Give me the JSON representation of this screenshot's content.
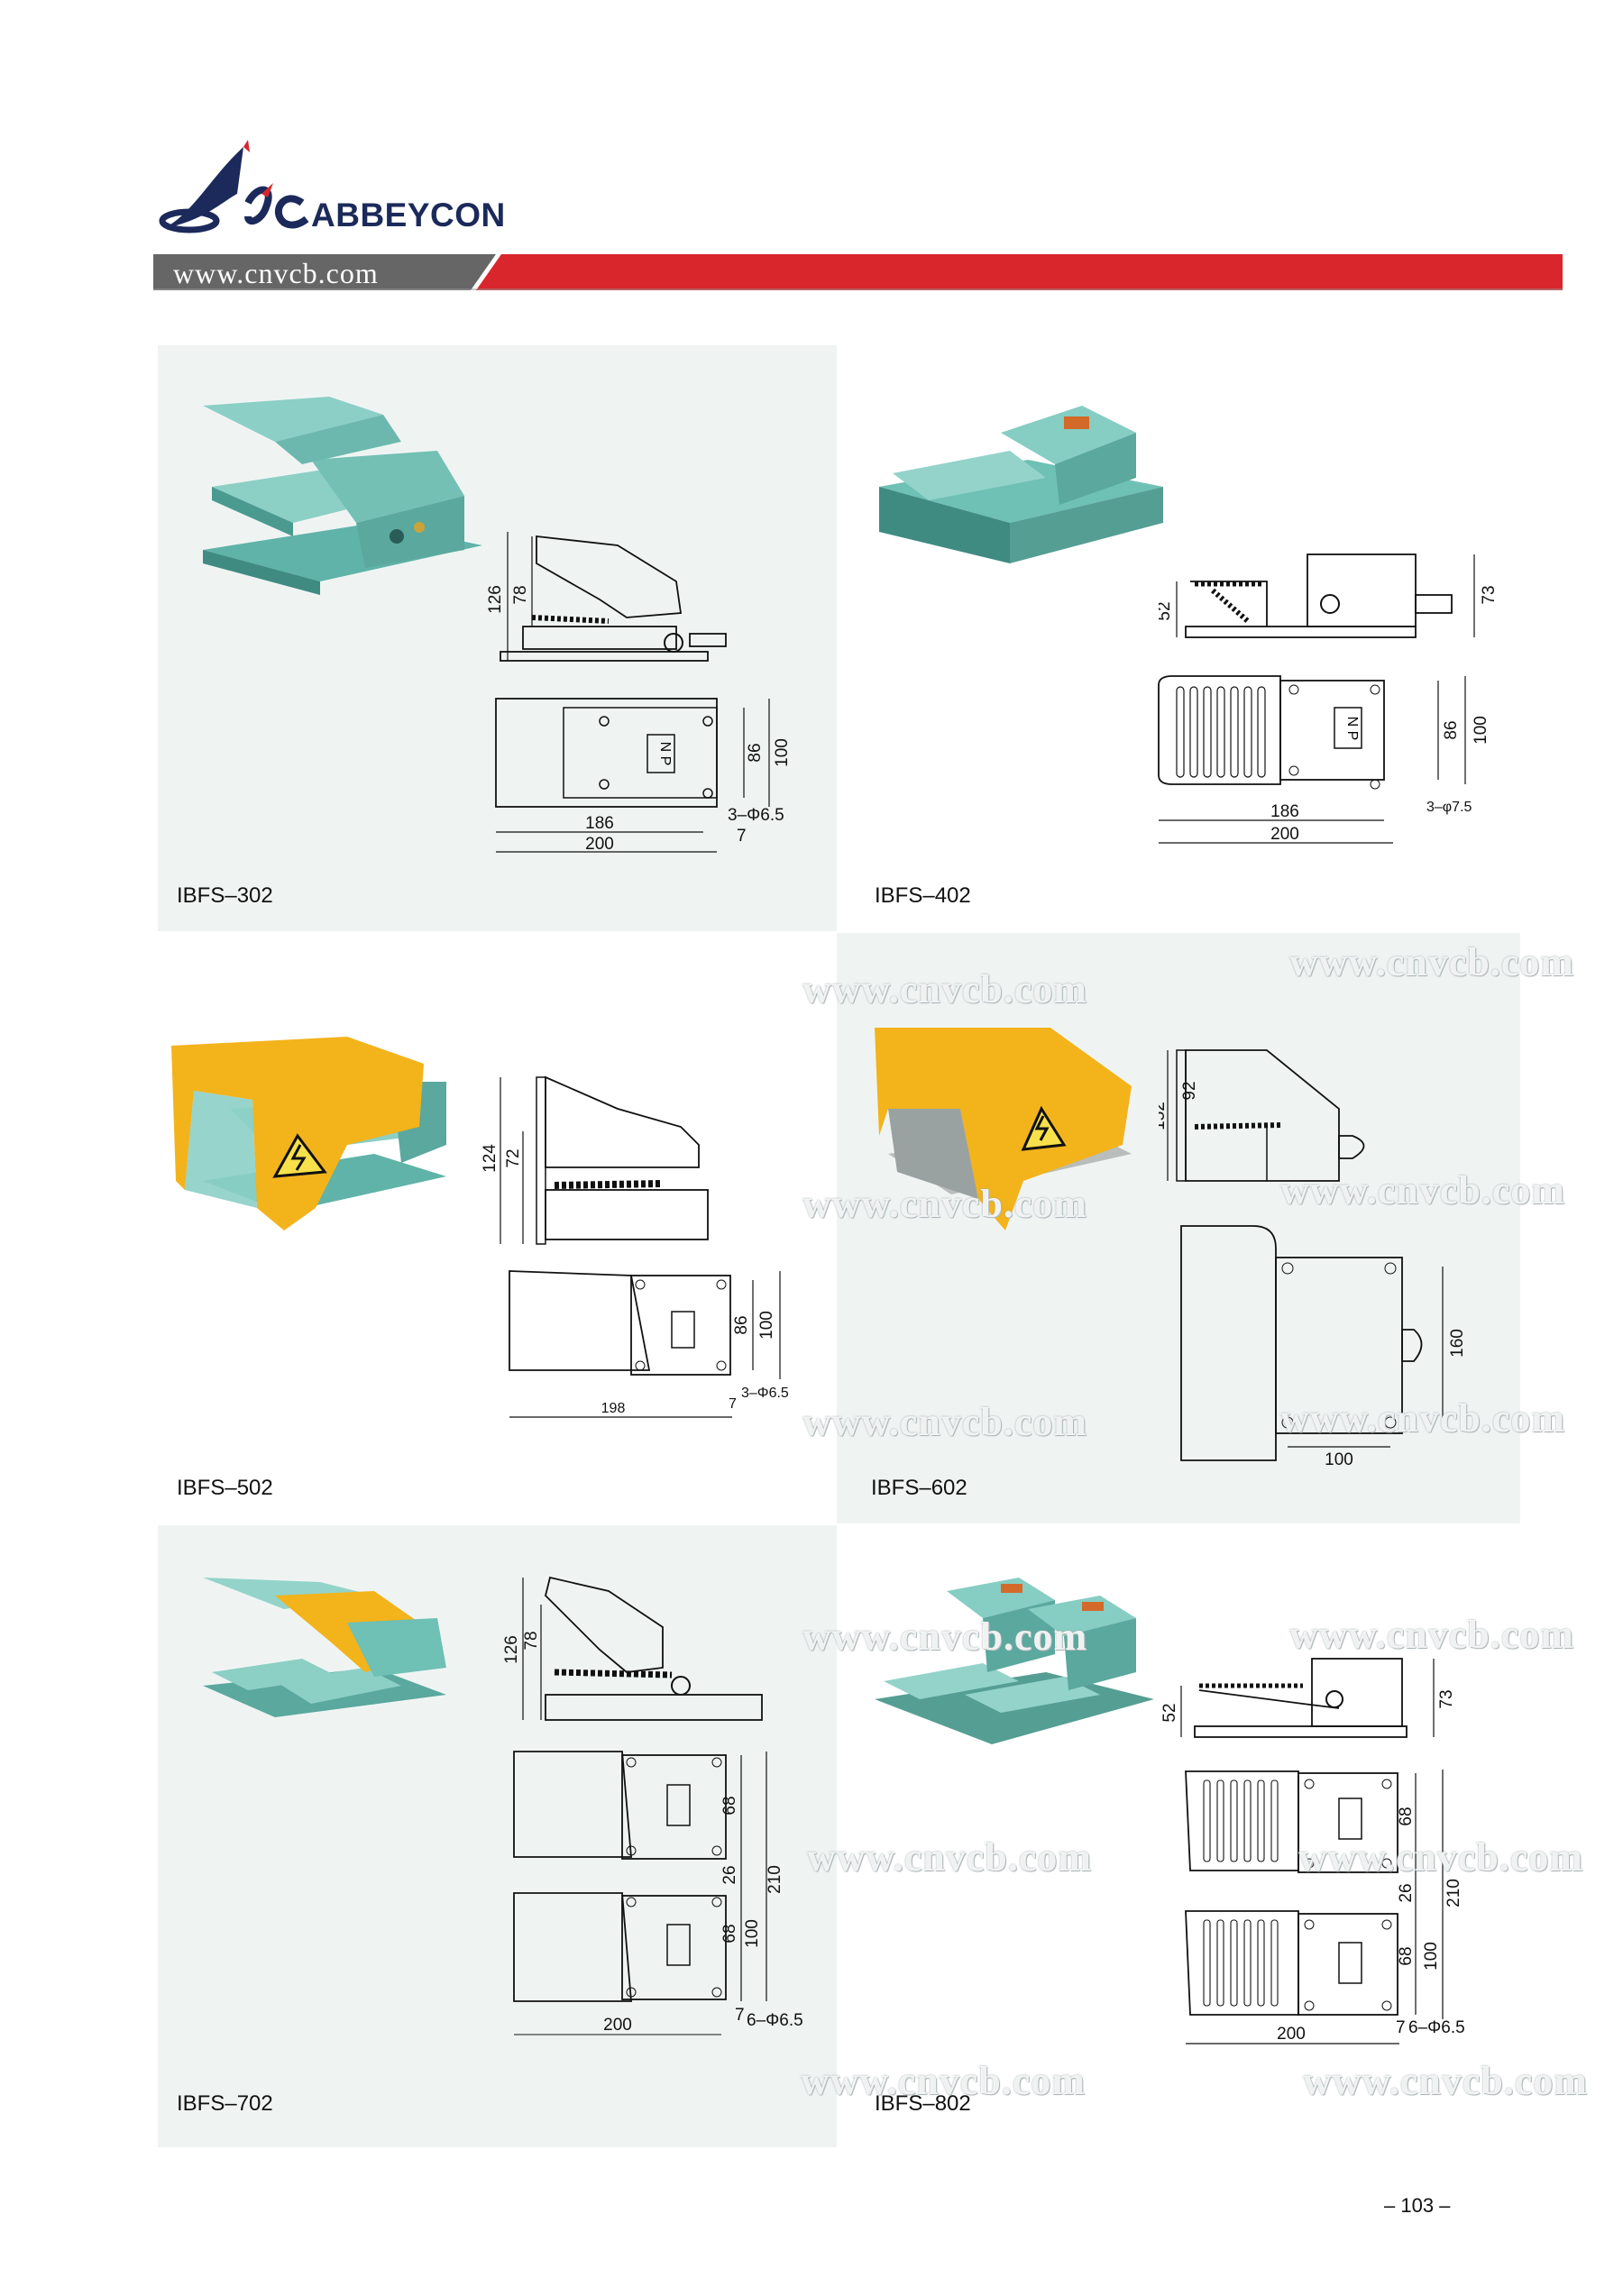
{
  "header": {
    "brand": "ABBEYCON",
    "url": "www.cnvcb.com",
    "colors": {
      "banner_red": "#d8262c",
      "banner_grey": "#666666",
      "brand_navy": "#1b2a5a"
    }
  },
  "watermark": "www.cnvcb.com",
  "products": [
    {
      "model": "IBFS–302",
      "color": "teal",
      "dims": {
        "height_total": "126",
        "height_pedal": "78",
        "width": "86",
        "width_total": "100",
        "length_inner": "186",
        "length_total": "200",
        "holes": "3–Φ6.5",
        "offset": "7",
        "plate": "N P"
      }
    },
    {
      "model": "IBFS–402",
      "color": "teal",
      "dims": {
        "height_left": "52",
        "height_right": "73",
        "width": "86",
        "width_total": "100",
        "length_inner": "186",
        "length_total": "200",
        "holes": "3–φ7.5",
        "plate": "N P"
      }
    },
    {
      "model": "IBFS–502",
      "color": "yellow-guard",
      "dims": {
        "height_total": "124",
        "height_pedal": "72",
        "width": "86",
        "width_total": "100",
        "length_total": "198",
        "offset": "7",
        "holes": "3–Φ6.5"
      }
    },
    {
      "model": "IBFS–602",
      "color": "yellow-guard",
      "dims": {
        "height_total": "152",
        "height_pedal": "92",
        "width_total": "160",
        "length": "100"
      }
    },
    {
      "model": "IBFS–702",
      "color": "double-teal-yellow",
      "dims": {
        "height_total": "126",
        "height_pedal": "78",
        "w1": "68",
        "gap": "26",
        "w2": "68",
        "w_total": "100",
        "total": "210",
        "length_total": "200",
        "offset": "7",
        "holes": "6–Φ6.5"
      }
    },
    {
      "model": "IBFS–802",
      "color": "double-teal",
      "dims": {
        "height_left": "52",
        "height_right": "73",
        "w1": "68",
        "gap": "26",
        "w2": "68",
        "w_total": "100",
        "total": "210",
        "length_total": "200",
        "offset": "7",
        "holes": "6–Φ6.5"
      }
    }
  ],
  "page_number": "– 103 –"
}
